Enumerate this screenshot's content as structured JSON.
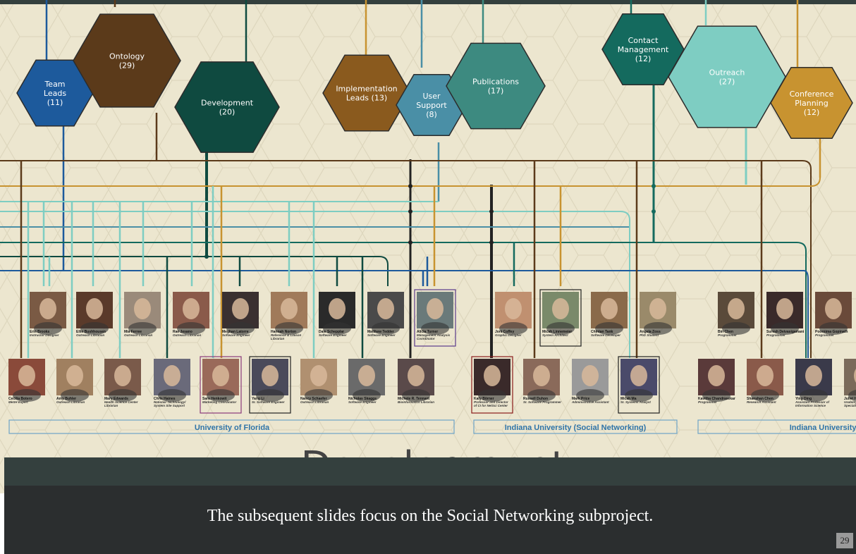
{
  "teams": [
    {
      "id": "team-leads",
      "label": [
        "Team",
        "Leads",
        "(11)"
      ],
      "fill": "#1d5a9c"
    },
    {
      "id": "ontology",
      "label": [
        "Ontology",
        "(29)"
      ],
      "fill": "#5b3a1a"
    },
    {
      "id": "development",
      "label": [
        "Development",
        "(20)"
      ],
      "fill": "#0f4a40"
    },
    {
      "id": "implementation-leads",
      "label": [
        "Implementation",
        "Leads (13)"
      ],
      "fill": "#8a5a1e"
    },
    {
      "id": "user-support",
      "label": [
        "User",
        "Support",
        "(8)"
      ],
      "fill": "#4a8fa6"
    },
    {
      "id": "publications",
      "label": [
        "Publications",
        "(17)"
      ],
      "fill": "#3d8a80"
    },
    {
      "id": "contact-management",
      "label": [
        "Contact",
        "Management",
        "(12)"
      ],
      "fill": "#146a5e"
    },
    {
      "id": "outreach",
      "label": [
        "Outreach",
        "(27)"
      ],
      "fill": "#7ecdc2"
    },
    {
      "id": "conference-planning",
      "label": [
        "Conference",
        "Planning",
        "(12)"
      ],
      "fill": "#c89330"
    }
  ],
  "people": [
    {
      "name": "Erin Brooks",
      "role": [
        "Instructor Designer"
      ]
    },
    {
      "name": "Ellie Bushhousen",
      "role": [
        "Outreach Librarian"
      ]
    },
    {
      "name": "Mia Ferree",
      "role": [
        "Outreach Librarian"
      ]
    },
    {
      "name": "Rae Jesano",
      "role": [
        "Outreach Librarian"
      ]
    },
    {
      "name": "Meghan Latorre",
      "role": [
        "Software Engineer"
      ]
    },
    {
      "name": "Hannah Norton",
      "role": [
        "Reference & Liaison",
        "Librarian"
      ]
    },
    {
      "name": "Dale Schepplar",
      "role": [
        "Software Engineer"
      ]
    },
    {
      "name": "Matthew Tedder",
      "role": [
        "Software Engineer"
      ]
    },
    {
      "name": "Alicia Turner",
      "role": [
        "Management Analysis",
        "Coordinator"
      ]
    },
    {
      "name": "Joni Coffey",
      "role": [
        "Graphic Designer"
      ]
    },
    {
      "name": "Micah Linnemeier",
      "role": [
        "System Architect"
      ]
    },
    {
      "name": "Chintan Tank",
      "role": [
        "Software Developer"
      ]
    },
    {
      "name": "Angela Zoss",
      "role": [
        "PhD Student"
      ]
    },
    {
      "name": "Bin Chen",
      "role": [
        "Programmer"
      ]
    },
    {
      "name": "Suresh Deivasigamani",
      "role": [
        "Programmer"
      ]
    },
    {
      "name": "Poornima Gopinath",
      "role": [
        "Programmer"
      ]
    },
    {
      "name": "Cecilia Botero",
      "role": [
        "MeSH Expert"
      ]
    },
    {
      "name": "Amy Buhler",
      "role": [
        "Outreach Librarian"
      ]
    },
    {
      "name": "Mary Edwards",
      "role": [
        "Health Science Center",
        "Librarian"
      ]
    },
    {
      "name": "Chris Haines",
      "role": [
        "National Technology/",
        "System Site Support"
      ]
    },
    {
      "name": "Sara Henkowit",
      "role": [
        "Marketing Coordinator"
      ]
    },
    {
      "name": "Yang Li",
      "role": [
        "Sr. Software Engineer"
      ]
    },
    {
      "name": "Nancy Schaefer",
      "role": [
        "Outreach Librarian"
      ]
    },
    {
      "name": "Nicholas Skaggs",
      "role": [
        "Software Engineer"
      ]
    },
    {
      "name": "Michele R. Tennant",
      "role": [
        "Bioinformatics Librarian"
      ]
    },
    {
      "name": "Katy Börner",
      "role": [
        "Professor and Director",
        "of CI for NetSci Center"
      ]
    },
    {
      "name": "Russell Duhon",
      "role": [
        "Sr. Software Programmer"
      ]
    },
    {
      "name": "Mark Price",
      "role": [
        "Administrative Assistant"
      ]
    },
    {
      "name": "Micah Ma",
      "role": [
        "Sr. Systems Analyst"
      ]
    },
    {
      "name": "Kavitha Chandrasekar",
      "role": [
        "Programmer"
      ]
    },
    {
      "name": "Shanshan Chen",
      "role": [
        "Research Assistant"
      ]
    },
    {
      "name": "Ying Ding",
      "role": [
        "Assistant Professor of",
        "Information Science"
      ]
    },
    {
      "name": "Juliet H",
      "role": [
        "Usability",
        "Speciali"
      ]
    }
  ],
  "institutions": [
    {
      "label": "University of Florida"
    },
    {
      "label": "Indiana University (Social Networking)"
    },
    {
      "label": "Indiana University (I"
    }
  ],
  "section_title": "Development",
  "caption": "The subsequent slides focus on the Social Networking subproject.",
  "page_number": "29",
  "colors": {
    "background": "#ece6cf",
    "hex_outline": "#d6cfb6",
    "caption_bar": "#2b2e2f",
    "band": "#34403e"
  }
}
